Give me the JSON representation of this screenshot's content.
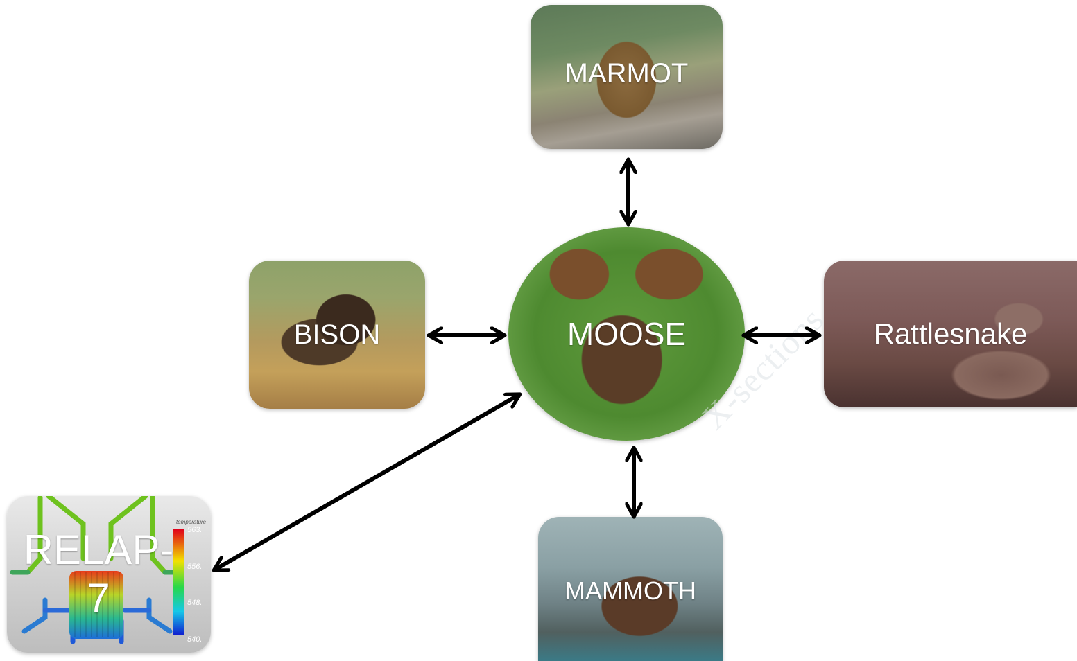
{
  "nodes": {
    "marmot": {
      "label": "MARMOT"
    },
    "bison": {
      "label": "BISON"
    },
    "moose": {
      "label": "MOOSE"
    },
    "rattlesnake": {
      "label": "Rattlesnake"
    },
    "mammoth": {
      "label": "MAMMOTH",
      "watermark": "X-sections"
    },
    "relap": {
      "label": "RELAP-7",
      "legend_title": "temperature",
      "legend_ticks": [
        "563.",
        "556.",
        "548.",
        "540."
      ]
    }
  },
  "colors": {
    "arrow": "#000000",
    "label_text": "#ffffff"
  }
}
